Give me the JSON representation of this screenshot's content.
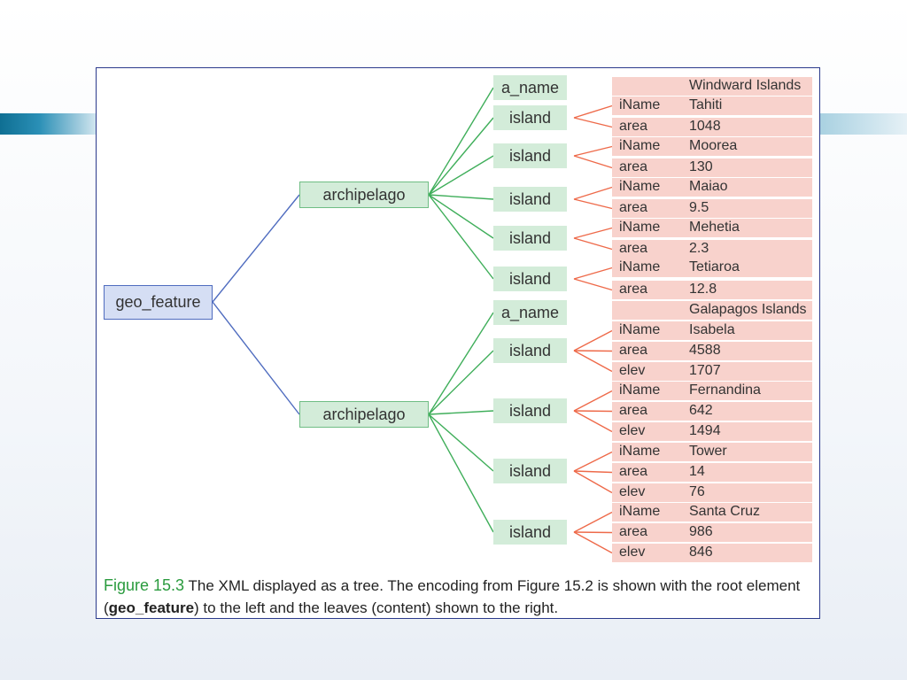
{
  "diagram": {
    "root": {
      "label": "geo_feature"
    },
    "archipelagos": [
      {
        "label": "archipelago",
        "name_tag": "a_name",
        "name_value": "Windward Islands",
        "islands": [
          {
            "label": "island",
            "fields": [
              {
                "key": "iName",
                "value": "Tahiti"
              },
              {
                "key": "area",
                "value": "1048"
              }
            ]
          },
          {
            "label": "island",
            "fields": [
              {
                "key": "iName",
                "value": "Moorea"
              },
              {
                "key": "area",
                "value": "130"
              }
            ]
          },
          {
            "label": "island",
            "fields": [
              {
                "key": "iName",
                "value": "Maiao"
              },
              {
                "key": "area",
                "value": "9.5"
              }
            ]
          },
          {
            "label": "island",
            "fields": [
              {
                "key": "iName",
                "value": "Mehetia"
              },
              {
                "key": "area",
                "value": "2.3"
              }
            ]
          },
          {
            "label": "island",
            "fields": [
              {
                "key": "iName",
                "value": "Tetiaroa"
              },
              {
                "key": "area",
                "value": "12.8"
              }
            ]
          }
        ]
      },
      {
        "label": "archipelago",
        "name_tag": "a_name",
        "name_value": "Galapagos Islands",
        "islands": [
          {
            "label": "island",
            "fields": [
              {
                "key": "iName",
                "value": "Isabela"
              },
              {
                "key": "area",
                "value": "4588"
              },
              {
                "key": "elev",
                "value": "1707"
              }
            ]
          },
          {
            "label": "island",
            "fields": [
              {
                "key": "iName",
                "value": "Fernandina"
              },
              {
                "key": "area",
                "value": "642"
              },
              {
                "key": "elev",
                "value": "1494"
              }
            ]
          },
          {
            "label": "island",
            "fields": [
              {
                "key": "iName",
                "value": "Tower"
              },
              {
                "key": "area",
                "value": "14"
              },
              {
                "key": "elev",
                "value": "76"
              }
            ]
          },
          {
            "label": "island",
            "fields": [
              {
                "key": "iName",
                "value": "Santa Cruz"
              },
              {
                "key": "area",
                "value": "986"
              },
              {
                "key": "elev",
                "value": "846"
              }
            ]
          }
        ]
      }
    ]
  },
  "caption": {
    "figure_label": "Figure 15.3",
    "text_before": "The XML displayed as a tree. The encoding from Figure 15.2 is shown with the root element (",
    "bold_term": "geo_feature",
    "text_after": ") to the left and the leaves (content) shown to the right."
  },
  "colors": {
    "root_fill": "#d5def4",
    "root_edge": "#4f6cbf",
    "element_fill": "#d3ecd9",
    "element_edge": "#3fae5a",
    "leaf_fill": "#f8d2cc",
    "leaf_edge": "#ee6a4a",
    "figure_label": "#2a9b3e"
  }
}
